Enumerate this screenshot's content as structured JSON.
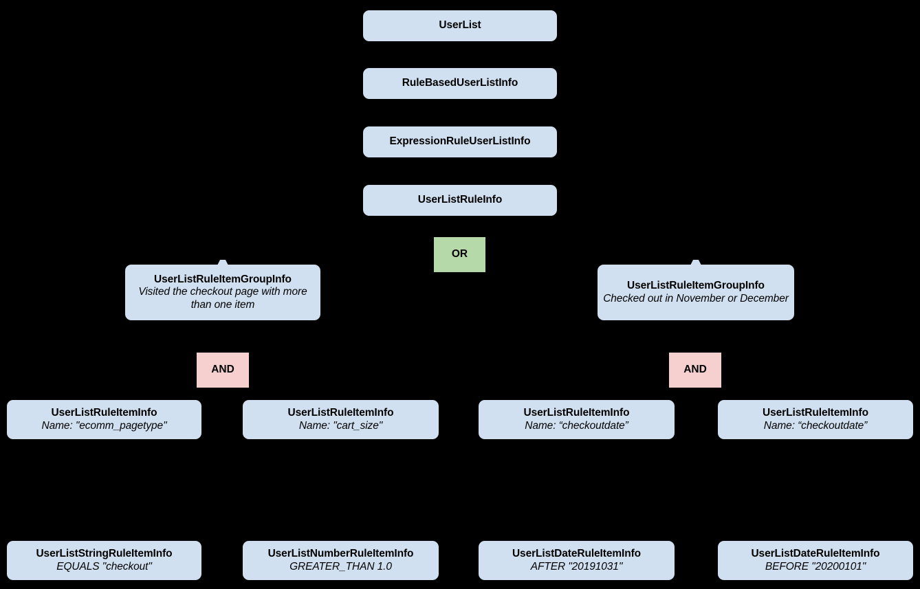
{
  "diagram": {
    "type": "hierarchy-tree",
    "background_color": "#000000",
    "palette": {
      "class_box": "#d0e0f0",
      "or_operator": "#b5d9a8",
      "and_operator": "#f6cfcf",
      "text": "#000000"
    },
    "chain": [
      {
        "id": "user-list",
        "title": "UserList"
      },
      {
        "id": "rule-based-user-list-info",
        "title": "RuleBasedUserListInfo"
      },
      {
        "id": "expression-rule-user-list-info",
        "title": "ExpressionRuleUserListInfo"
      },
      {
        "id": "user-list-rule-info",
        "title": "UserListRuleInfo"
      }
    ],
    "operators": {
      "or": "OR",
      "and_left": "AND",
      "and_right": "AND"
    },
    "groups": [
      {
        "id": "group-left",
        "title": "UserListRuleItemGroupInfo",
        "subtitle": "Visited the checkout page with more than one item"
      },
      {
        "id": "group-right",
        "title": "UserListRuleItemGroupInfo",
        "subtitle": "Checked out in November or December"
      }
    ],
    "rule_items": [
      {
        "id": "rule-item-ecomm-pagetype",
        "title": "UserListRuleItemInfo",
        "subtitle": "Name: \"ecomm_pagetype\""
      },
      {
        "id": "rule-item-cart-size",
        "title": "UserListRuleItemInfo",
        "subtitle": "Name: \"cart_size\""
      },
      {
        "id": "rule-item-checkoutdate-after",
        "title": "UserListRuleItemInfo",
        "subtitle": "Name: “checkoutdate”"
      },
      {
        "id": "rule-item-checkoutdate-before",
        "title": "UserListRuleItemInfo",
        "subtitle": "Name: “checkoutdate”"
      }
    ],
    "typed_rule_items": [
      {
        "id": "string-rule-item",
        "title": "UserListStringRuleItemInfo",
        "subtitle": "EQUALS \"checkout\""
      },
      {
        "id": "number-rule-item",
        "title": "UserListNumberRuleItemInfo",
        "subtitle": "GREATER_THAN 1.0"
      },
      {
        "id": "date-rule-item-after",
        "title": "UserListDateRuleItemInfo",
        "subtitle": "AFTER \"20191031\""
      },
      {
        "id": "date-rule-item-before",
        "title": "UserListDateRuleItemInfo",
        "subtitle": "BEFORE \"20200101\""
      }
    ]
  }
}
